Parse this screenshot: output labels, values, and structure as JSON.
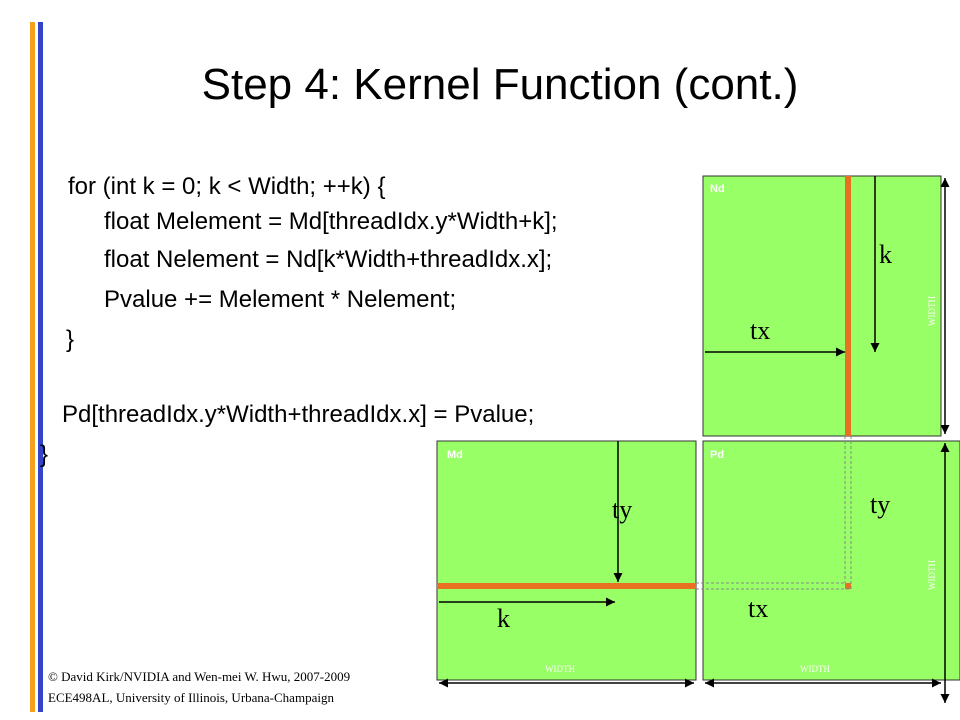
{
  "slide": {
    "title": "Step 4: Kernel Function  (cont.)",
    "code_lines": [
      "for (int k = 0; k < Width; ++k) {",
      "float Melement = Md[threadIdx.y*Width+k];",
      "float Nelement = Nd[k*Width+threadIdx.x];",
      "Pvalue += Melement * Nelement;",
      "}",
      "Pd[threadIdx.y*Width+threadIdx.x] = Pvalue;",
      "}"
    ],
    "footer": {
      "line1": "© David Kirk/NVIDIA and Wen-mei W. Hwu, 2007-2009",
      "line2": "ECE498AL, University of Illinois, Urbana-Champaign"
    },
    "colors": {
      "left_bar_orange": "#f4a21c",
      "left_bar_blue": "#3344cc",
      "matrix_fill": "#99ff66",
      "highlight": "#e87020"
    }
  },
  "diagram": {
    "matrices": {
      "nd": "Nd",
      "md": "Md",
      "pd": "Pd"
    },
    "labels": {
      "nd_k": "k",
      "nd_tx": "tx",
      "md_ty": "ty",
      "md_k": "k",
      "pd_ty": "ty",
      "pd_tx": "tx",
      "nd_width": "WIDTH",
      "pd_width_vertical": "WIDTH",
      "md_width": "WIDTH",
      "pd_width_horizontal": "WIDTH"
    }
  }
}
